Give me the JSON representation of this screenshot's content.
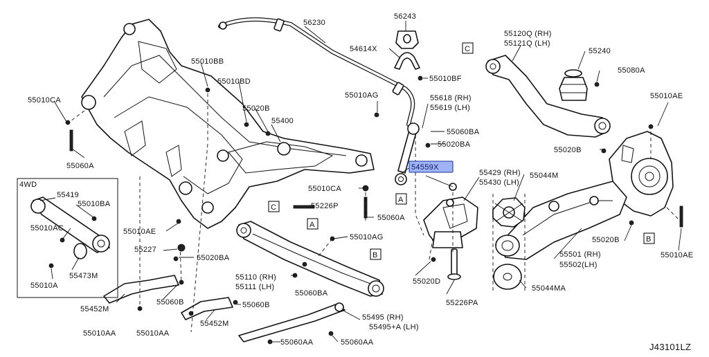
{
  "figure_code": "J43101LZ",
  "inset_title": "4WD",
  "highlighted_part": "54559X",
  "highlight_color": "#9fb3f5",
  "callouts": {
    "A": "A",
    "B": "B",
    "C": "C"
  },
  "labels": {
    "p56230": "56230",
    "p56243": "56243",
    "p54614X": "54614X",
    "p55010BF": "55010BF",
    "p55010AG_top": "55010AG",
    "p55618": "55618 (RH)",
    "p55619": "55619 (LH)",
    "p55060BA_top": "55060BA",
    "p55020BA_top": "55020BA",
    "p54559X": "54559X",
    "p55120Q": "55120Q (RH)",
    "p55121Q": "55121Q (LH)",
    "p55240": "55240",
    "p55080A": "55080A",
    "p55010AE_right": "55010AE",
    "p55020B_right": "55020B",
    "p55429": "55429 (RH)",
    "p55430": "55430 (LH)",
    "p55044M": "55044M",
    "p55010CA_mid": "55010CA",
    "p55226P": "55226P",
    "p55060A_mid": "55060A",
    "p55010BB": "55010BB",
    "p55010BD": "55010BD",
    "p55020B_left": "55020B",
    "p55400": "55400",
    "p55010CA_left": "55010CA",
    "p55060A_left": "55060A",
    "p55419": "55419",
    "p55010BA_inset": "55010BA",
    "p55010AC": "55010AC",
    "p55473M": "55473M",
    "p55010A": "55010A",
    "p55010AE_left": "55010AE",
    "p55227": "55227",
    "p55020BA_mid": "55020BA",
    "p55010AG_mid": "55010AG",
    "p55110": "55110 (RH)",
    "p55111": "55111 (LH)",
    "p55060BA_mid": "55060BA",
    "p55452M_left": "55452M",
    "p55060B_left": "55060B",
    "p55010AA_1": "55010AA",
    "p55010AA_2": "55010AA",
    "p55452M_mid": "55452M",
    "p55060B_mid": "55060B",
    "p55495": "55495 (RH)",
    "p55495A": "55495+A (LH)",
    "p55060AA_1": "55060AA",
    "p55060AA_2": "55060AA",
    "p55020D": "55020D",
    "p55226PA": "55226PA",
    "p55020B_lower": "55020B",
    "p55501": "55501 (RH)",
    "p55502": "55502(LH)",
    "p55044MA": "55044MA",
    "p55010AE_lower": "55010AE"
  }
}
